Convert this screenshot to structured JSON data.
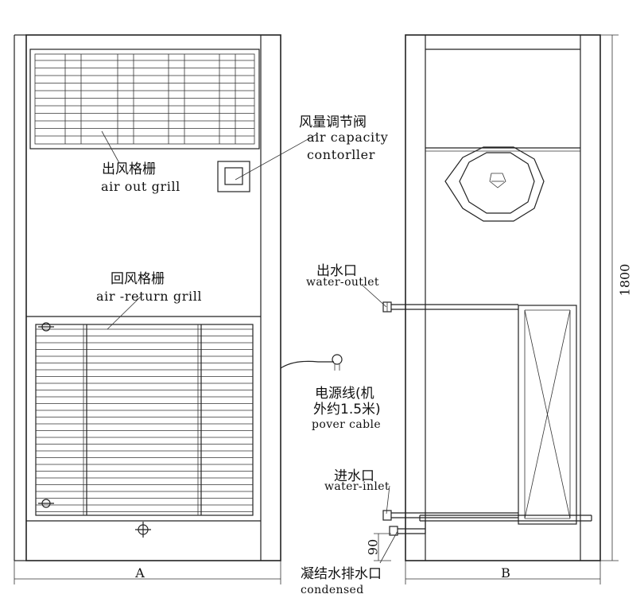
{
  "labels": {
    "air_out_grill_cn": "出风格栅",
    "air_out_grill_en": "air out grill",
    "air_capacity_cn": "风量调节阀",
    "air_capacity_en_1": "air capacity",
    "air_capacity_en_2": "contorller",
    "air_return_cn": "回风格栅",
    "air_return_en": "air -return grill",
    "water_outlet_cn": "出水口",
    "water_outlet_en": "water-outlet",
    "power_cable_cn_1": "电源线(机",
    "power_cable_cn_2": "外约1.5米)",
    "power_cable_en": "pover cable",
    "water_inlet_cn": "进水口",
    "water_inlet_en": "water-inlet",
    "condensed_cn": "凝结水排水口",
    "condensed_en": "condensed"
  },
  "dimensions": {
    "width_front": "A",
    "depth_side": "B",
    "height": "1800",
    "drain_height": "90"
  },
  "colors": {
    "line": "#222222",
    "paper": "#ffffff"
  }
}
